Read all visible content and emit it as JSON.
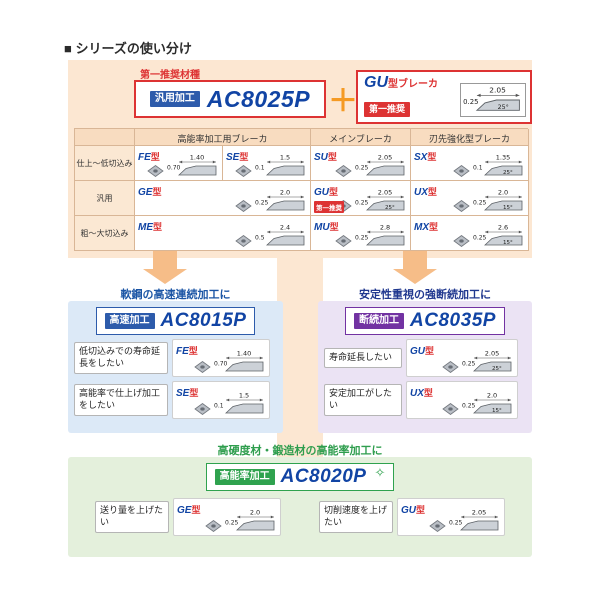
{
  "labels": {
    "kata": "型"
  },
  "page_title": "■ シリーズの使い分け",
  "colors": {
    "accent_red": "#dd3333",
    "grade_blue": "#1144a4",
    "badge_blue": "#2d5bab",
    "badge_purple": "#7232a2",
    "badge_green": "#2fa24e",
    "plus_orange": "#f59a23",
    "flow_peach": "#fce7d2"
  },
  "top": {
    "first_recommend": "第一推奨材種",
    "grade_badge": "汎用加工",
    "grade_name": "AC8025P",
    "plus": "＋",
    "breaker": {
      "type": "GU",
      "suffix": "型ブレーカ",
      "badge": "第一推奨",
      "dim_top": "2.05",
      "dim_left": "0.25",
      "angle": "25°"
    }
  },
  "table": {
    "headers": [
      "高能率加工用ブレーカ",
      "メインブレーカ",
      "刃先強化型ブレーカ"
    ],
    "row_labels": [
      "仕上〜低切込み",
      "汎用",
      "粗〜大切込み"
    ],
    "cells": {
      "fe": {
        "type": "FE",
        "dim_top": "1.40",
        "dim_left": "0.70"
      },
      "se": {
        "type": "SE",
        "dim_top": "1.5",
        "dim_left": "0.1"
      },
      "su": {
        "type": "SU",
        "dim_top": "2.05",
        "dim_left": "0.25"
      },
      "sx": {
        "type": "SX",
        "dim_top": "1.35",
        "dim_left": "0.1",
        "angle": "25°"
      },
      "ge": {
        "type": "GE",
        "dim_top": "2.0",
        "dim_left": "0.25"
      },
      "gu": {
        "type": "GU",
        "dim_top": "2.05",
        "dim_left": "0.25",
        "angle": "25°",
        "badge": "第一推奨"
      },
      "ux": {
        "type": "UX",
        "dim_top": "2.0",
        "dim_left": "0.25",
        "angle": "15°"
      },
      "me": {
        "type": "ME",
        "dim_top": "2.4",
        "dim_left": "0.5"
      },
      "mu": {
        "type": "MU",
        "dim_top": "2.8",
        "dim_left": "0.25"
      },
      "mx": {
        "type": "MX",
        "dim_top": "2.6",
        "dim_left": "0.25",
        "angle": "15°"
      }
    }
  },
  "left_box": {
    "heading": "軟鋼の高速連続加工に",
    "badge": "高速加工",
    "grade": "AC8015P",
    "rows": [
      {
        "text": "低切込みでの寿命延長をしたい",
        "cell": {
          "type": "FE",
          "dim_top": "1.40",
          "dim_left": "0.70"
        }
      },
      {
        "text": "高能率で仕上げ加工をしたい",
        "cell": {
          "type": "SE",
          "dim_top": "1.5",
          "dim_left": "0.1"
        }
      }
    ]
  },
  "right_box": {
    "heading": "安定性重視の強断続加工に",
    "badge": "断続加工",
    "grade": "AC8035P",
    "rows": [
      {
        "text": "寿命延長したい",
        "cell": {
          "type": "GU",
          "dim_top": "2.05",
          "dim_left": "0.25",
          "angle": "25°"
        }
      },
      {
        "text": "安定加工がしたい",
        "cell": {
          "type": "UX",
          "dim_top": "2.0",
          "dim_left": "0.25",
          "angle": "15°"
        }
      }
    ]
  },
  "bottom_box": {
    "heading": "高硬度材・鍛造材の高能率加工に",
    "badge": "高能率加工",
    "grade": "AC8020P",
    "sparkle": "✧",
    "cols": [
      {
        "text": "送り量を上げたい",
        "cell": {
          "type": "GE",
          "dim_top": "2.0",
          "dim_left": "0.25"
        }
      },
      {
        "text": "切削速度を上げたい",
        "cell": {
          "type": "GU",
          "dim_top": "2.05",
          "dim_left": "0.25"
        }
      }
    ]
  }
}
